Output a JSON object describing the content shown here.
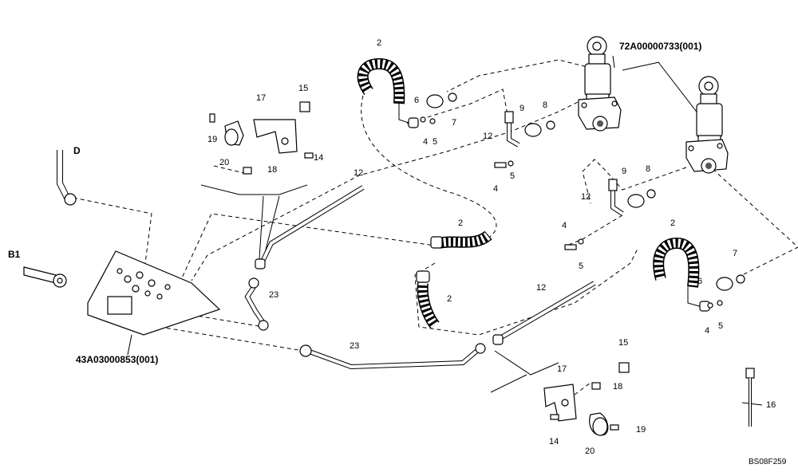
{
  "diagram": {
    "drawing_code": "BS08F259",
    "assemblies": [
      {
        "id": "cylinder-assembly",
        "label": "72A00000733(001)"
      },
      {
        "id": "valve-block",
        "label": "43A03000853(001)"
      }
    ],
    "callouts": {
      "hose_top": "2",
      "hose_mid_right": "2",
      "hose_mid_left": "2",
      "hose_right": "2",
      "bolt_4_a": "4",
      "bolt_4_b": "4",
      "bolt_4_c": "4",
      "bolt_4_d": "4",
      "washer_5_a": "5",
      "washer_5_b": "5",
      "washer_5_c": "5",
      "washer_5_d": "5",
      "flange_6_a": "6",
      "flange_6_b": "6",
      "oring_7_a": "7",
      "oring_7_b": "7",
      "oring_8_a": "8",
      "oring_8_b": "8",
      "flange_9_a": "9",
      "flange_9_b": "9",
      "pipe_12_a": "12",
      "pipe_12_b": "12",
      "pipe_12_c": "12",
      "pipe_12_d": "12",
      "bolt_14_a": "14",
      "bolt_14_b": "14",
      "fitting_15_a": "15",
      "fitting_15_b": "15",
      "tie_16": "16",
      "bracket_17_a": "17",
      "bracket_17_b": "17",
      "nut_18_a": "18",
      "nut_18_b": "18",
      "bolt_19_a": "19",
      "bolt_19_b": "19",
      "clamp_20_a": "20",
      "clamp_20_b": "20",
      "pipe_23_a": "23",
      "pipe_23_b": "23",
      "port_b1": "B1",
      "port_d": "D"
    }
  }
}
